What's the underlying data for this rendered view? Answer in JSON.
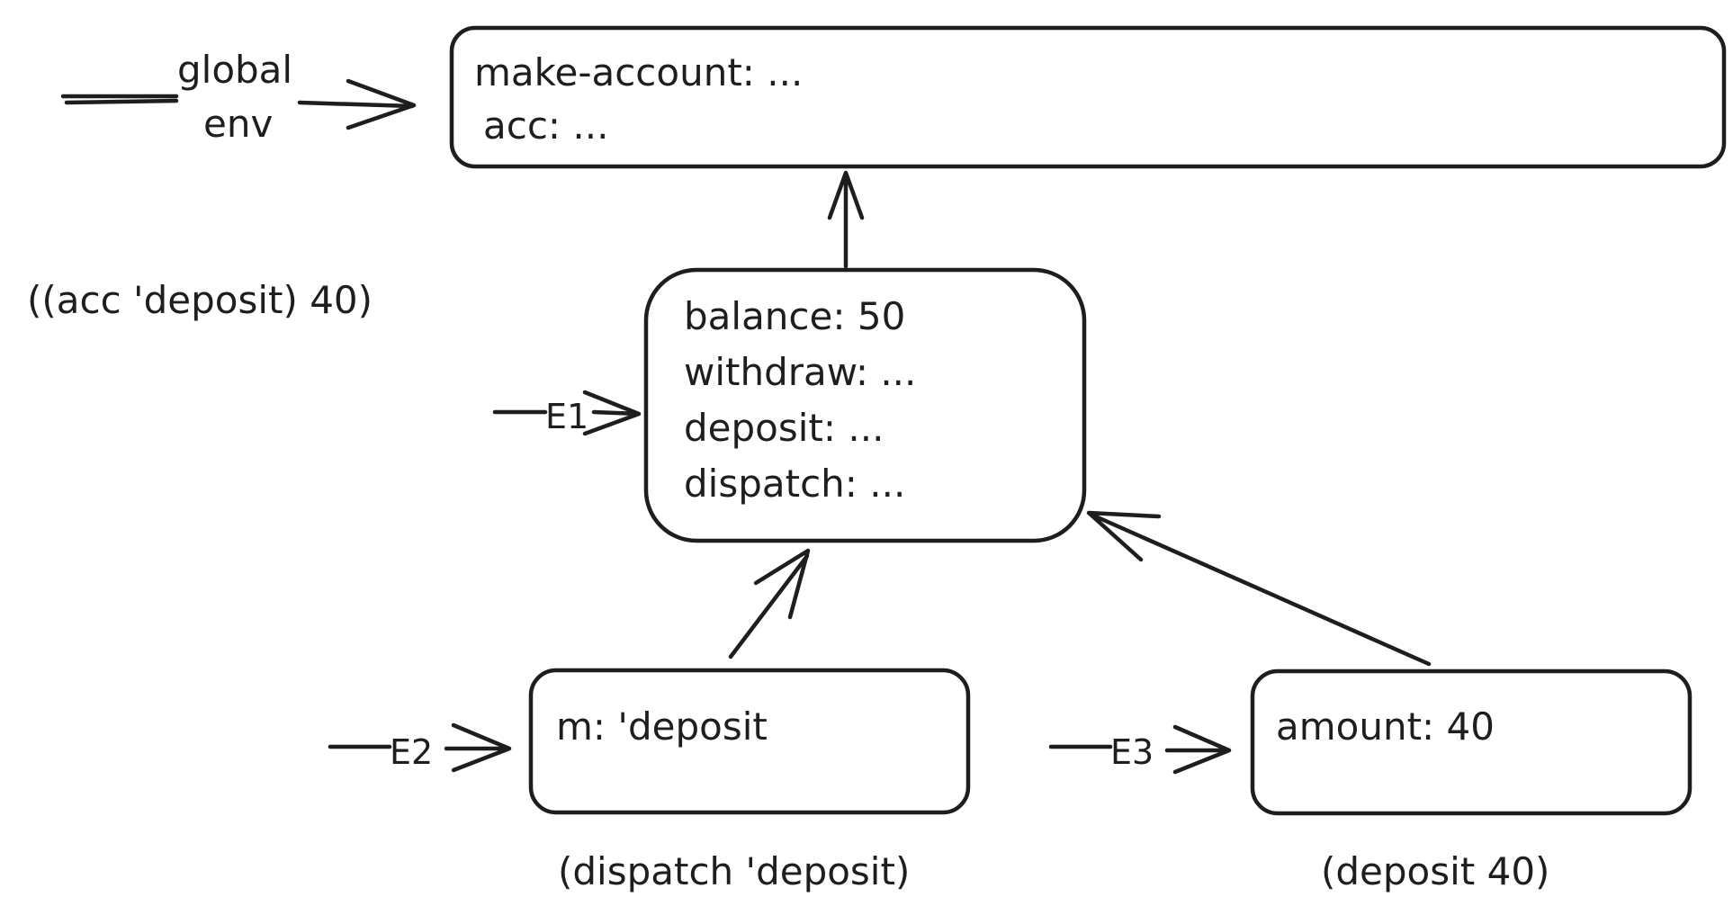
{
  "global_env": {
    "label_line1": "global",
    "label_line2": "env",
    "bindings": [
      "make-account: ...",
      "acc: ..."
    ]
  },
  "e1": {
    "label": "E1",
    "bindings": [
      "balance: 50",
      "withdraw: ...",
      "deposit: ...",
      "dispatch: ..."
    ]
  },
  "e2": {
    "label": "E2",
    "bindings": [
      "m: 'deposit"
    ],
    "caption": "(dispatch 'deposit)"
  },
  "e3": {
    "label": "E3",
    "bindings": [
      "amount: 40"
    ],
    "caption": "(deposit 40)"
  },
  "expression": "((acc 'deposit) 40)",
  "colors": {
    "stroke": "#1e1e1e",
    "background": "#ffffff"
  }
}
